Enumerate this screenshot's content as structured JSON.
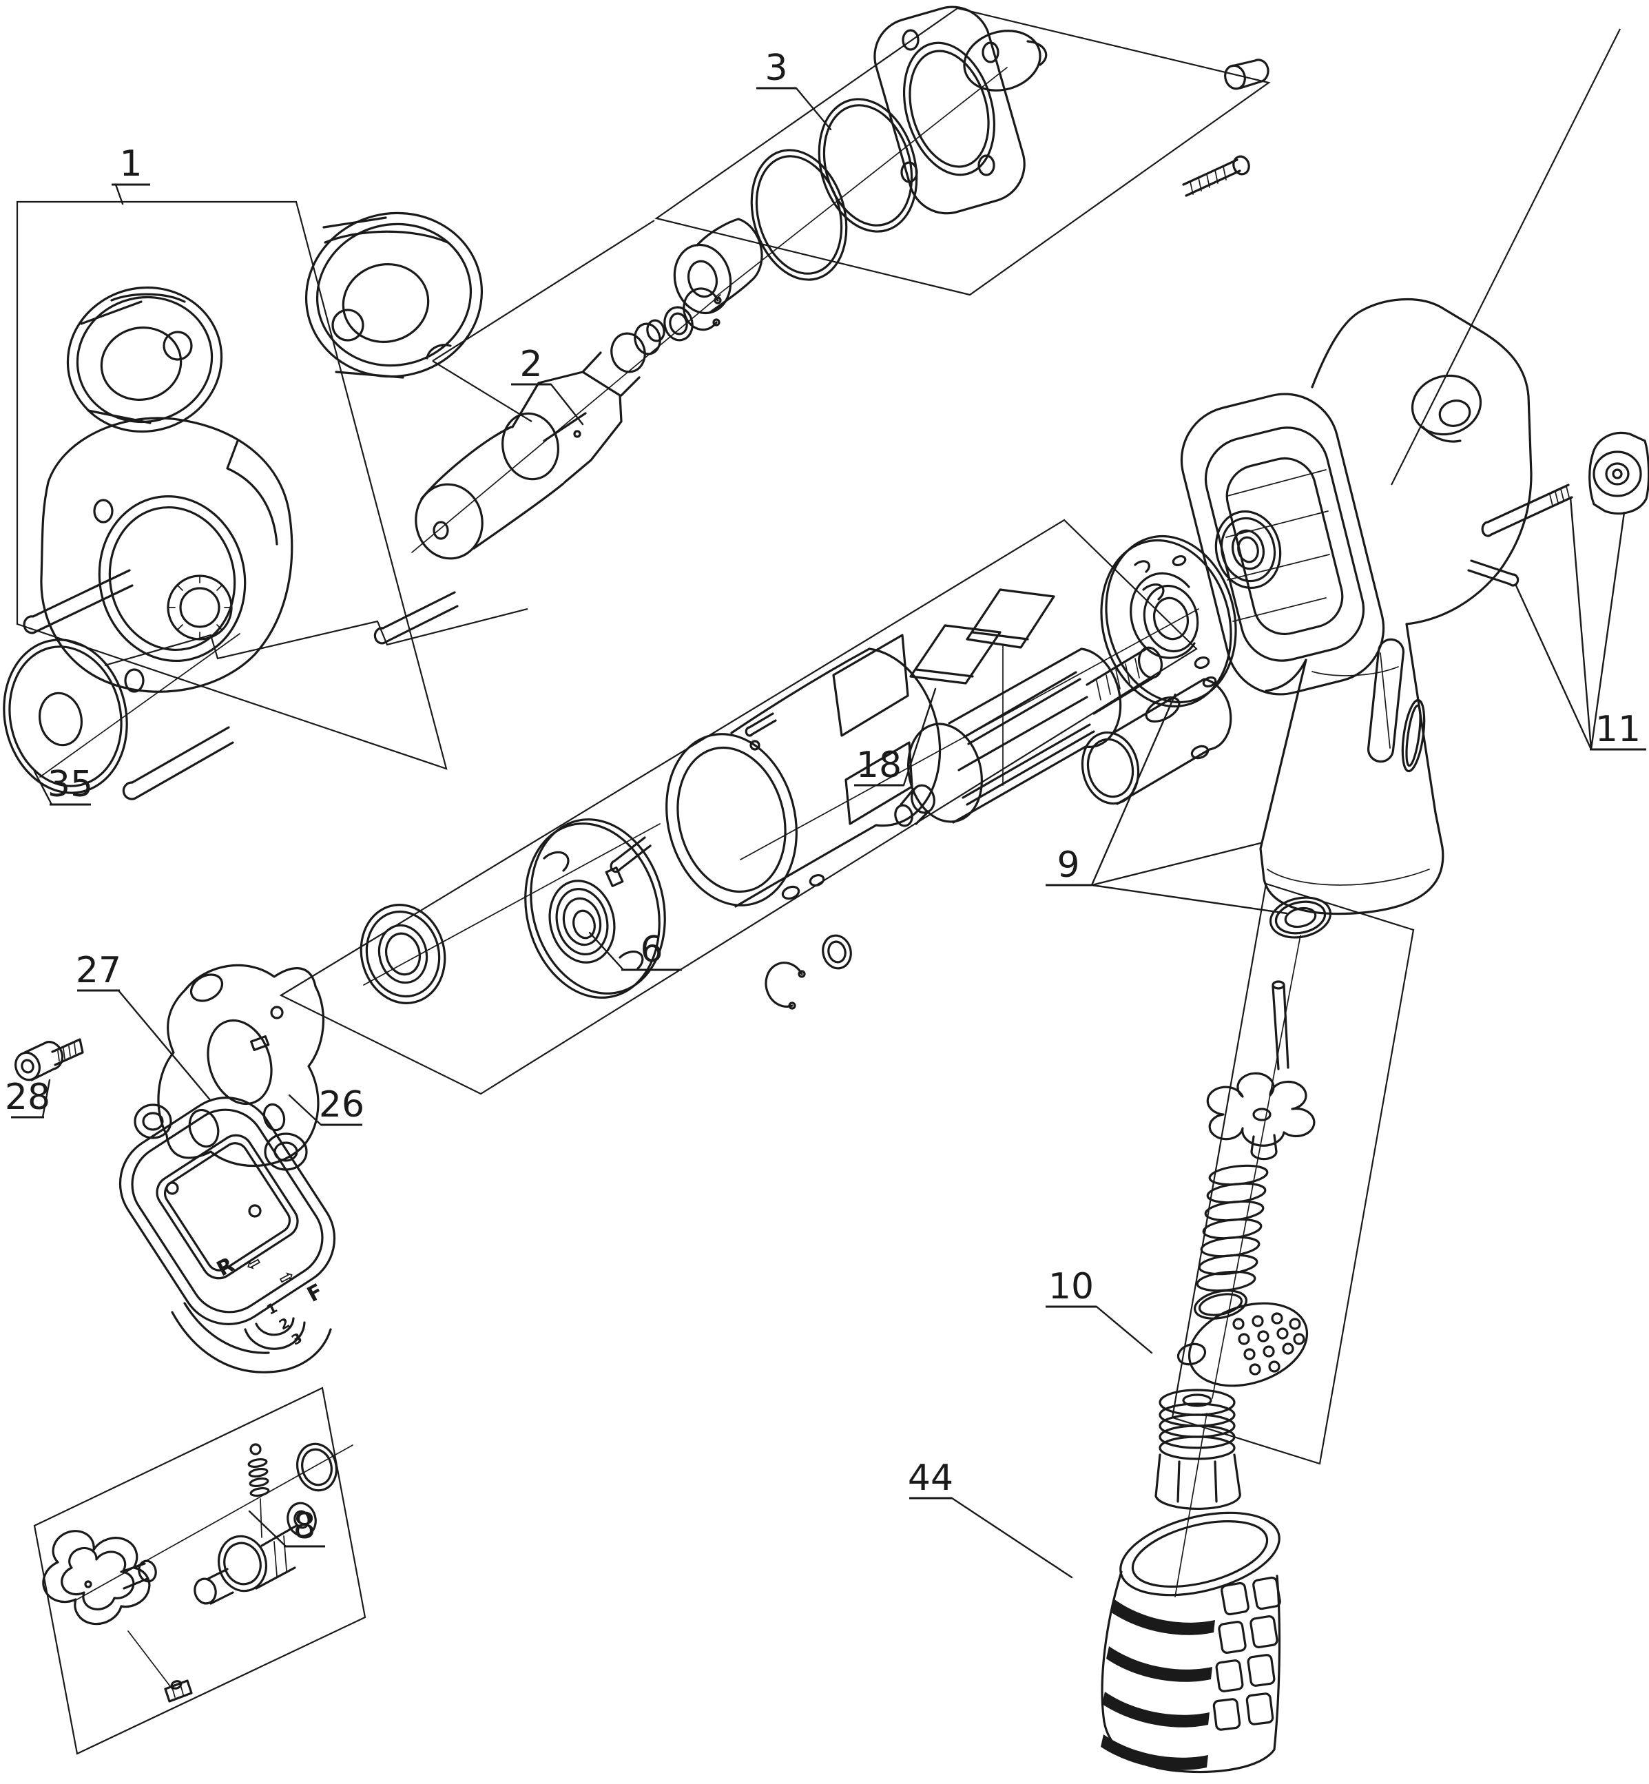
{
  "figure": {
    "kind": "exploded-parts-diagram",
    "subject": "pneumatic-impact-wrench",
    "background": "#ffffff",
    "line_color": "#1a1a1a"
  },
  "callouts": [
    {
      "label": "1",
      "target": "hammer-assembly-box"
    },
    {
      "label": "2",
      "target": "anvil-assembly"
    },
    {
      "label": "3",
      "target": "front-cover-set-box"
    },
    {
      "label": "6",
      "target": "cylinder-end-plate-set-box"
    },
    {
      "label": "8",
      "target": "reverse-valve-set-box"
    },
    {
      "label": "9",
      "target": "throttle-bushing-set"
    },
    {
      "label": "10",
      "target": "air-inlet-valve-set-box"
    },
    {
      "label": "11",
      "target": "pin-and-bushing-set"
    },
    {
      "label": "18",
      "target": "rotor-vane"
    },
    {
      "label": "26",
      "target": "rear-gasket"
    },
    {
      "label": "27",
      "target": "back-cap"
    },
    {
      "label": "28",
      "target": "cap-screw"
    },
    {
      "label": "35",
      "target": "thrust-washer"
    },
    {
      "label": "44",
      "target": "muffler-sleeve"
    }
  ],
  "cap_markings": {
    "reverse_letter": "R",
    "forward_letter": "F",
    "left_arrow": "⇦",
    "right_arrow": "⇨",
    "dial_numbers": [
      "1",
      "2",
      "3"
    ]
  }
}
